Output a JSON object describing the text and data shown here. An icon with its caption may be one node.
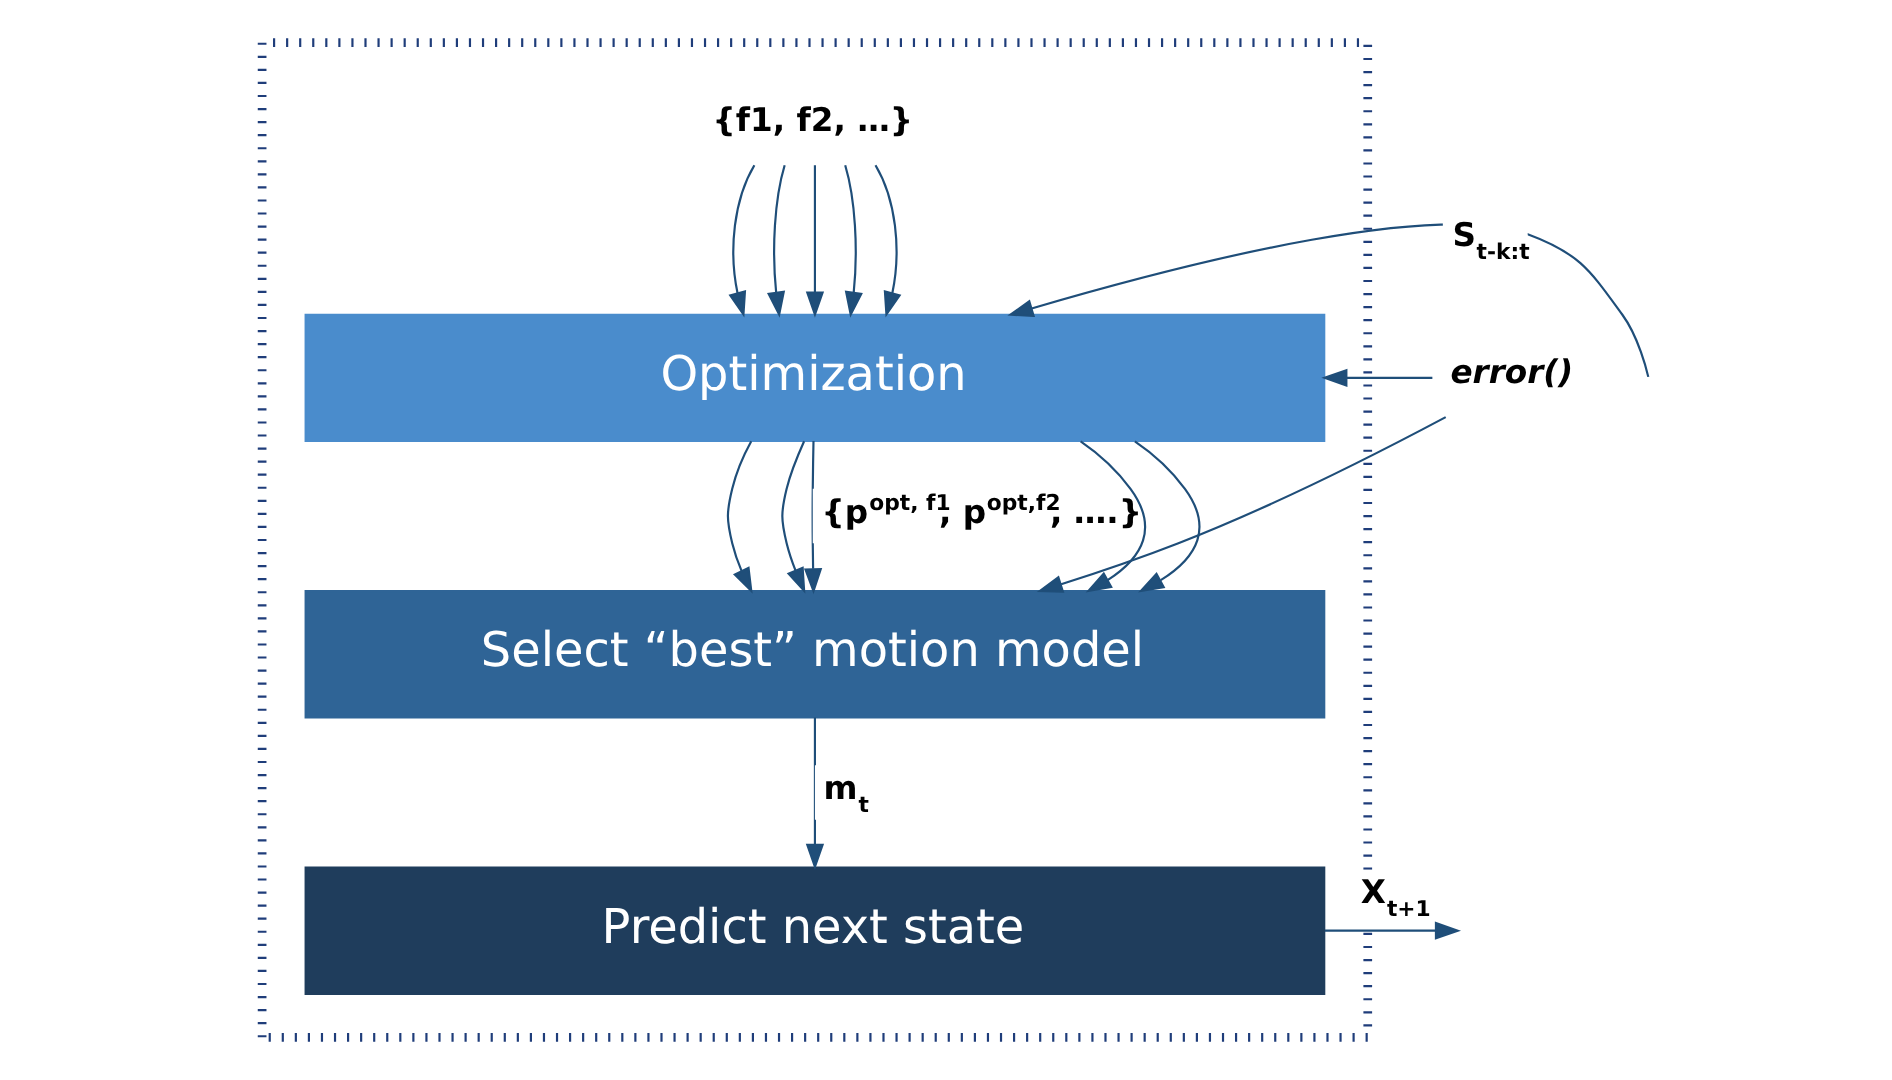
{
  "diagram": {
    "nodes": [
      {
        "text": [],
        "shape": "box"
      },
      {
        "text": [
          "{f1, f2, …}"
        ],
        "in": 0
      },
      {
        "text": [
          "Optimization"
        ],
        "in": 0
      },
      {
        "text": [
          "Select “best” motion model"
        ],
        "in": 0
      },
      {
        "text": [
          "Predict next state"
        ],
        "in": 0
      },
      {
        "text": [
          "error()"
        ]
      }
    ],
    "edges": [
      {
        "from": 1,
        "to": 2,
        "arrow": "to"
      },
      {
        "from": 1,
        "to": 2,
        "arrow": "to"
      },
      {
        "from": 1,
        "to": 2,
        "arrow": "to"
      },
      {
        "from": 1,
        "to": 2,
        "arrow": "to"
      },
      {
        "from": 1,
        "to": 2,
        "arrow": "to"
      },
      {
        "from": null,
        "to": 2,
        "arrow": "to",
        "label": "S$_{t-k:t}$"
      },
      {
        "from": 2,
        "to": 3,
        "arrow": "to"
      },
      {
        "from": 2,
        "to": 3,
        "arrow": "to"
      },
      {
        "from": 2,
        "to": 3,
        "arrow": "to",
        "label": "{p$^{opt, f1}$, p$^{opt,f2}$, ….}"
      },
      {
        "from": 2,
        "to": 3,
        "arrow": "to"
      },
      {
        "from": 2,
        "to": 3,
        "arrow": "to"
      },
      {
        "from": 5,
        "to": 2,
        "arrow": "to"
      },
      {
        "from": 5,
        "to": 3,
        "arrow": "to"
      },
      {
        "from": 3,
        "to": 4,
        "arrow": "to",
        "label": "m$_{t}$"
      },
      {
        "from": 4,
        "to": null,
        "arrow": "to",
        "label": "X$_{t+1}$"
      }
    ]
  }
}
